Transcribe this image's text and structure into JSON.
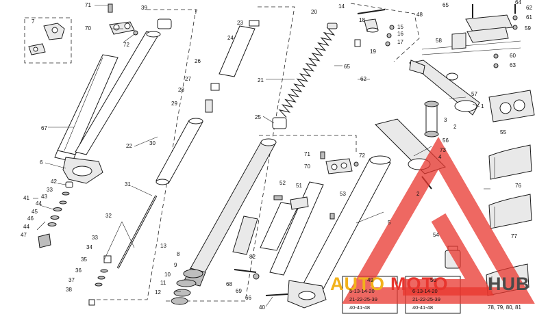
{
  "labels": [
    {
      "id": "p71a",
      "text": "71"
    },
    {
      "id": "p39",
      "text": "39"
    },
    {
      "id": "p7a",
      "text": "7"
    },
    {
      "id": "p7b",
      "text": "7"
    },
    {
      "id": "p70a",
      "text": "70"
    },
    {
      "id": "p72a",
      "text": "72"
    },
    {
      "id": "p67",
      "text": "67"
    },
    {
      "id": "p6",
      "text": "6"
    },
    {
      "id": "p42",
      "text": "42"
    },
    {
      "id": "p33a",
      "text": "33"
    },
    {
      "id": "p43",
      "text": "43"
    },
    {
      "id": "p41",
      "text": "41"
    },
    {
      "id": "p44a",
      "text": "44"
    },
    {
      "id": "p45",
      "text": "45"
    },
    {
      "id": "p46",
      "text": "46"
    },
    {
      "id": "p44b",
      "text": "44"
    },
    {
      "id": "p47",
      "text": "47"
    },
    {
      "id": "p23",
      "text": "23"
    },
    {
      "id": "p24",
      "text": "24"
    },
    {
      "id": "p26",
      "text": "26"
    },
    {
      "id": "p27",
      "text": "27"
    },
    {
      "id": "p28",
      "text": "28"
    },
    {
      "id": "p29",
      "text": "29"
    },
    {
      "id": "p22",
      "text": "22"
    },
    {
      "id": "p30",
      "text": "30"
    },
    {
      "id": "p31",
      "text": "31"
    },
    {
      "id": "p32",
      "text": "32"
    },
    {
      "id": "p33b",
      "text": "33"
    },
    {
      "id": "p34",
      "text": "34"
    },
    {
      "id": "p35",
      "text": "35"
    },
    {
      "id": "p36",
      "text": "36"
    },
    {
      "id": "p37",
      "text": "37"
    },
    {
      "id": "p38",
      "text": "38"
    },
    {
      "id": "p13",
      "text": "13"
    },
    {
      "id": "p8",
      "text": "8"
    },
    {
      "id": "p9",
      "text": "9"
    },
    {
      "id": "p10",
      "text": "10"
    },
    {
      "id": "p11",
      "text": "11"
    },
    {
      "id": "p12",
      "text": "12"
    },
    {
      "id": "p20",
      "text": "20"
    },
    {
      "id": "p21",
      "text": "21"
    },
    {
      "id": "p25",
      "text": "25"
    },
    {
      "id": "p14",
      "text": "14"
    },
    {
      "id": "p48",
      "text": "48"
    },
    {
      "id": "p18",
      "text": "18"
    },
    {
      "id": "p15",
      "text": "15"
    },
    {
      "id": "p16",
      "text": "16"
    },
    {
      "id": "p17",
      "text": "17"
    },
    {
      "id": "p19",
      "text": "19"
    },
    {
      "id": "p65a",
      "text": "65"
    },
    {
      "id": "p62a",
      "text": "62"
    },
    {
      "id": "p65b",
      "text": "65"
    },
    {
      "id": "p64",
      "text": "64"
    },
    {
      "id": "p62b",
      "text": "62"
    },
    {
      "id": "p61",
      "text": "61"
    },
    {
      "id": "p59",
      "text": "59"
    },
    {
      "id": "p58",
      "text": "58"
    },
    {
      "id": "p60",
      "text": "60"
    },
    {
      "id": "p63",
      "text": "63"
    },
    {
      "id": "p57",
      "text": "57"
    },
    {
      "id": "p1",
      "text": "1"
    },
    {
      "id": "p3",
      "text": "3"
    },
    {
      "id": "p56",
      "text": "56"
    },
    {
      "id": "p2a",
      "text": "2"
    },
    {
      "id": "p55",
      "text": "55"
    },
    {
      "id": "p73",
      "text": "73"
    },
    {
      "id": "p4",
      "text": "4"
    },
    {
      "id": "p2b",
      "text": "2"
    },
    {
      "id": "p71b",
      "text": "71"
    },
    {
      "id": "p72b",
      "text": "72"
    },
    {
      "id": "p70b",
      "text": "70"
    },
    {
      "id": "p52",
      "text": "52"
    },
    {
      "id": "p51",
      "text": "51"
    },
    {
      "id": "p53",
      "text": "53"
    },
    {
      "id": "p5",
      "text": "5"
    },
    {
      "id": "p82",
      "text": "82"
    },
    {
      "id": "p68",
      "text": "68"
    },
    {
      "id": "p69",
      "text": "69"
    },
    {
      "id": "p66",
      "text": "66"
    },
    {
      "id": "p40",
      "text": "40"
    },
    {
      "id": "p76",
      "text": "76"
    },
    {
      "id": "p77",
      "text": "77"
    },
    {
      "id": "p54",
      "text": "54"
    },
    {
      "id": "p49",
      "text": "49"
    },
    {
      "id": "p50",
      "text": "50"
    },
    {
      "id": "p78",
      "text": "78, 79, 80, 81"
    }
  ],
  "kits": [
    {
      "id": "kit49",
      "lines": [
        "5-13-14-20",
        "21-22-25-39",
        "40-41-48"
      ]
    },
    {
      "id": "kit50",
      "lines": [
        "6-13-14-20",
        "21-22-25-39",
        "40-41-48"
      ]
    }
  ],
  "watermark": {
    "text_a": "AUTO",
    "text_b": "MOTO",
    "text_c": "HUB",
    "color_a": "#f2b21b",
    "color_b": "#e8352e",
    "color_c": "#4a4a4a",
    "triangle_color": "#e8352e"
  }
}
